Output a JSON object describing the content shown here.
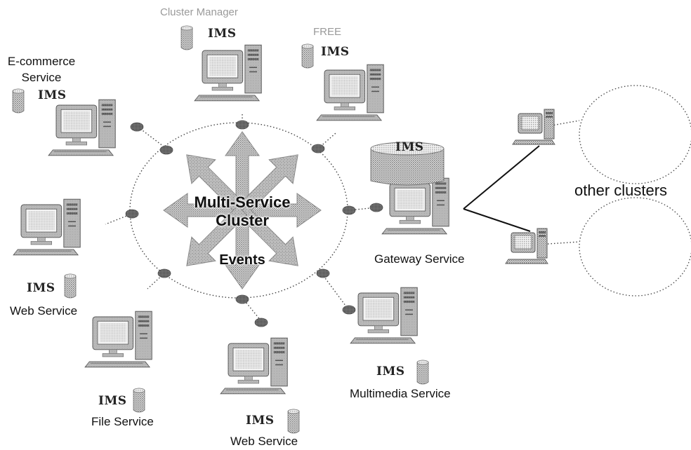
{
  "center": {
    "line1": "Multi-Service",
    "line2": "Cluster",
    "events": "Events"
  },
  "ims": "IMS",
  "nodes": {
    "cluster_manager": "Cluster Manager",
    "free": "FREE",
    "ecommerce": [
      "E-commerce",
      "Service"
    ],
    "web_left": "Web Service",
    "file": "File Service",
    "web_bottom": "Web Service",
    "multimedia": "Multimedia Service",
    "gateway": "Gateway Service"
  },
  "other_clusters": "other clusters",
  "colors": {
    "stipple": "#9e9e9e",
    "dark": "#4a4a4a",
    "line": "#222222"
  }
}
